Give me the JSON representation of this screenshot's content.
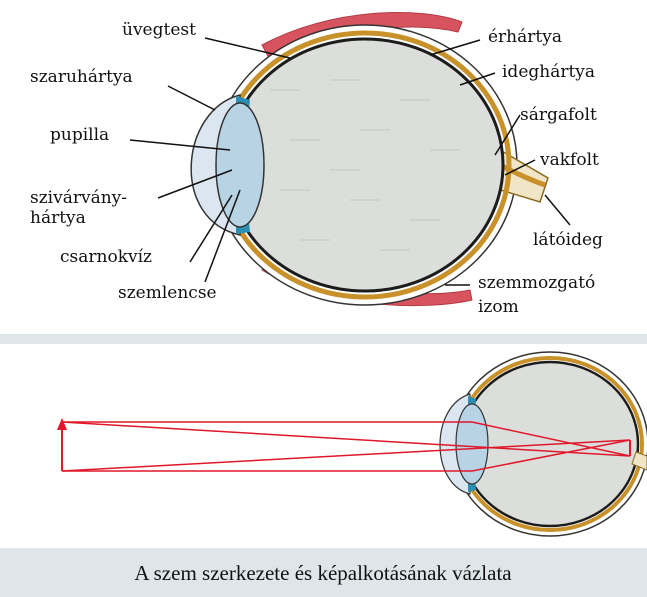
{
  "colors": {
    "background": "#dfe6ea",
    "panel": "#ffffff",
    "muscle": "#d7545e",
    "choroid": "#c8912a",
    "retina": "#1c1c1c",
    "vitreous": "#dcdedb",
    "lens": "#b8d3e4",
    "cornea": "#dbe6f0",
    "iris": "#2a8fb3",
    "ray": "#e0182a"
  },
  "labels": {
    "uvegtest": "üvegtest",
    "szaruhartya": "szaruhártya",
    "pupilla": "pupilla",
    "szivarvany_line1": "szivárvány-",
    "szivarvany_line2": "hártya",
    "csarnokviz": "csarnokvíz",
    "szemlencse": "szemlencse",
    "erhartya": "érhártya",
    "ideghartya": "ideghártya",
    "sargafolt": "sárgafolt",
    "vakfolt": "vakfolt",
    "latoideg": "látóideg",
    "szemmozgato_line1": "szemmozgató",
    "szemmozgato_line2": "izom"
  },
  "caption": "A szem szerkezete és képalkotásának vázlata"
}
